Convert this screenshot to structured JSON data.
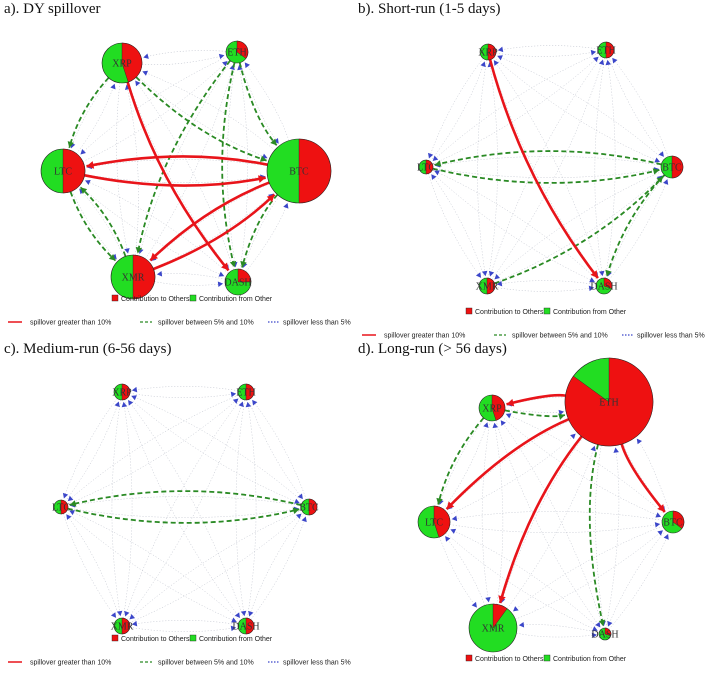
{
  "colors": {
    "to_others": "#ee1111",
    "from_other": "#22dd22",
    "strong": "#e8141a",
    "mid": "#2a8a24",
    "weak": "#3b46c9",
    "faint_edge": "#b8bcc8"
  },
  "legend": {
    "to_others": "Contribution to Others",
    "from_other": "Contribution from Other",
    "strong": "spillover greater than 10%",
    "mid": "spillover between 5% and 10%",
    "weak": "spillover less than 5%"
  },
  "panels": [
    {
      "title": "a). DY spillover",
      "nodes": [
        {
          "id": "XRP",
          "label": "XRP",
          "to": 0.45
        },
        {
          "id": "ETH",
          "label": "ETH",
          "to": 0.35
        },
        {
          "id": "BTC",
          "label": "BTC",
          "to": 0.5
        },
        {
          "id": "DASH",
          "label": "DASH",
          "to": 0.25
        },
        {
          "id": "XMR",
          "label": "XMR",
          "to": 0.5
        },
        {
          "id": "LTC",
          "label": "LTC",
          "to": 0.5
        }
      ],
      "strong": [
        [
          "XRP",
          "DASH"
        ],
        [
          "LTC",
          "BTC"
        ],
        [
          "BTC",
          "LTC"
        ],
        [
          "BTC",
          "XMR"
        ],
        [
          "XMR",
          "BTC"
        ]
      ],
      "mid": [
        [
          "XRP",
          "LTC"
        ],
        [
          "LTC",
          "XMR"
        ],
        [
          "XMR",
          "LTC"
        ],
        [
          "ETH",
          "BTC"
        ],
        [
          "XRP",
          "BTC"
        ],
        [
          "ETH",
          "XMR"
        ],
        [
          "BTC",
          "DASH"
        ],
        [
          "ETH",
          "DASH"
        ]
      ]
    },
    {
      "title": "b). Short-run (1-5 days)",
      "nodes": [
        {
          "id": "XRP",
          "label": "XRP",
          "to": 0.5
        },
        {
          "id": "ETH",
          "label": "ETH",
          "to": 0.5
        },
        {
          "id": "BTC",
          "label": "BTC",
          "to": 0.5
        },
        {
          "id": "DASH",
          "label": "DASH",
          "to": 0.3
        },
        {
          "id": "XMR",
          "label": "XMR",
          "to": 0.5
        },
        {
          "id": "LTC",
          "label": "LTC",
          "to": 0.5
        }
      ],
      "strong": [
        [
          "XRP",
          "DASH"
        ]
      ],
      "mid": [
        [
          "LTC",
          "BTC"
        ],
        [
          "BTC",
          "LTC"
        ],
        [
          "XMR",
          "BTC"
        ],
        [
          "BTC",
          "DASH"
        ]
      ]
    },
    {
      "title": "c). Medium-run (6-56 days)",
      "nodes": [
        {
          "id": "XRP",
          "label": "XRP",
          "to": 0.5
        },
        {
          "id": "ETH",
          "label": "ETH",
          "to": 0.5
        },
        {
          "id": "BTC",
          "label": "BTC",
          "to": 0.5
        },
        {
          "id": "DASH",
          "label": "DASH",
          "to": 0.5
        },
        {
          "id": "XMR",
          "label": "XMR",
          "to": 0.5
        },
        {
          "id": "LTC",
          "label": "LTC",
          "to": 0.5
        }
      ],
      "strong": [],
      "mid": [
        [
          "LTC",
          "BTC"
        ],
        [
          "BTC",
          "LTC"
        ]
      ]
    },
    {
      "title": "d). Long-run (> 56 days)",
      "nodes": [
        {
          "id": "XRP",
          "label": "XRP",
          "to": 0.45
        },
        {
          "id": "ETH",
          "label": "ETH",
          "to": 0.85
        },
        {
          "id": "BTC",
          "label": "BTC",
          "to": 0.35
        },
        {
          "id": "DASH",
          "label": "DASH",
          "to": 0.3
        },
        {
          "id": "XMR",
          "label": "XMR",
          "to": 0.1
        },
        {
          "id": "LTC",
          "label": "LTC",
          "to": 0.45
        }
      ],
      "strong": [
        [
          "ETH",
          "XRP"
        ],
        [
          "ETH",
          "LTC"
        ],
        [
          "ETH",
          "BTC"
        ],
        [
          "ETH",
          "XMR"
        ]
      ],
      "mid": [
        [
          "XRP",
          "ETH"
        ],
        [
          "XRP",
          "LTC"
        ],
        [
          "ETH",
          "DASH"
        ]
      ]
    }
  ]
}
